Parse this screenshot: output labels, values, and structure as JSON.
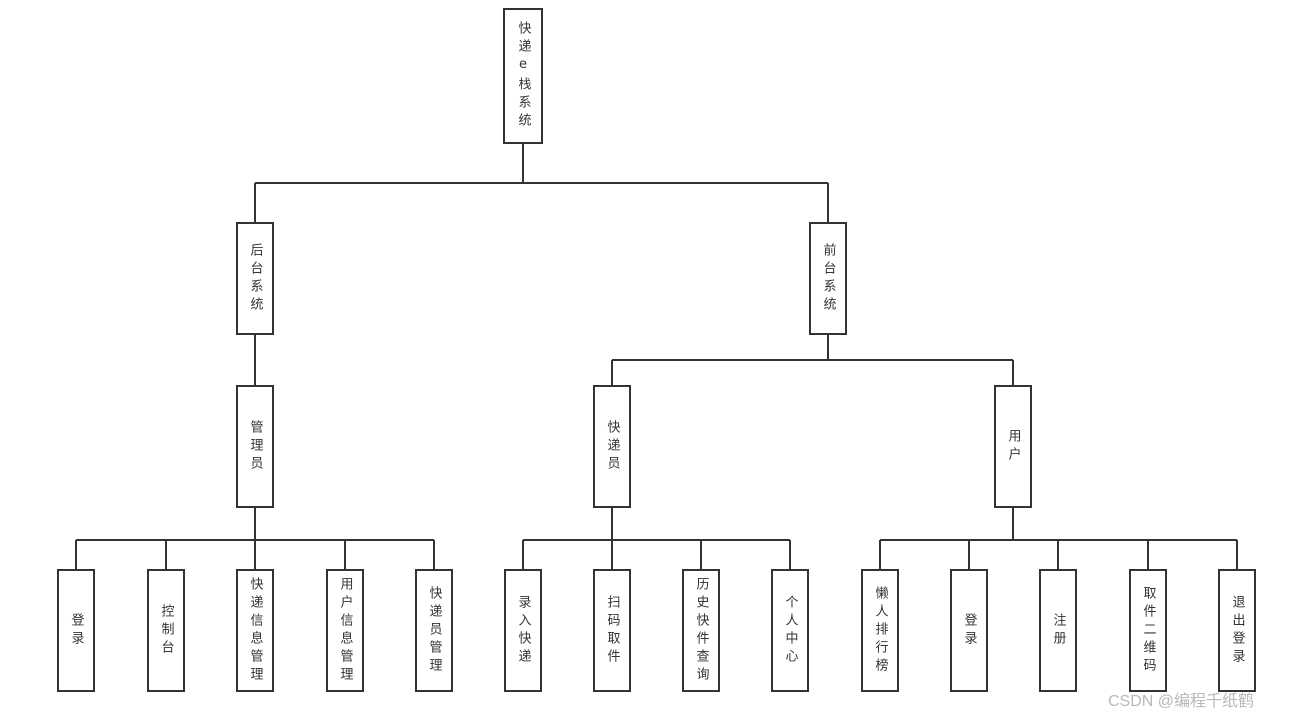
{
  "root": "快递e栈系统",
  "backend": {
    "label": "后台系统",
    "admin": {
      "label": "管理员",
      "children": [
        "登录",
        "控制台",
        "快递信息管理",
        "用户信息管理",
        "快递员管理"
      ]
    }
  },
  "frontend": {
    "label": "前台系统",
    "courier": {
      "label": "快递员",
      "children": [
        "录入快递",
        "扫码取件",
        "历史快件查询",
        "个人中心"
      ]
    },
    "user": {
      "label": "用户",
      "children": [
        "懒人排行榜",
        "登录",
        "注册",
        "取件二维码",
        "退出登录"
      ]
    }
  },
  "watermark": "CSDN @编程千纸鹤"
}
